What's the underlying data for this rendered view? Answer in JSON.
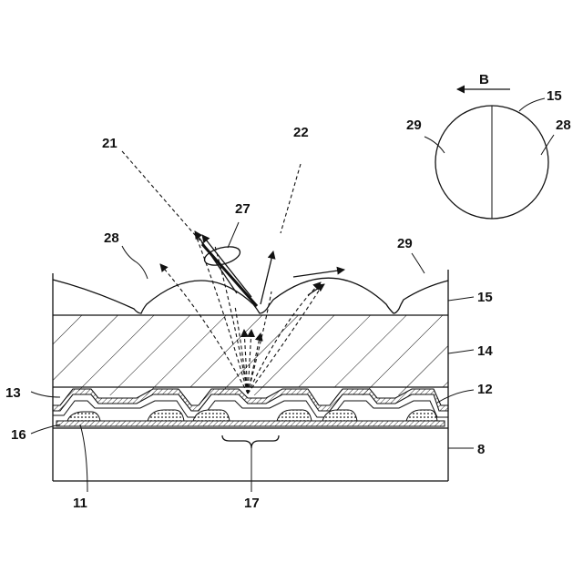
{
  "figure": {
    "labels": {
      "l8": "8",
      "l11": "11",
      "l12": "12",
      "l13": "13",
      "l14": "14",
      "l15_layer": "15",
      "l16": "16",
      "l17": "17",
      "l21": "21",
      "l22": "22",
      "l27": "27",
      "l28_lens": "28",
      "l29_lens": "29",
      "l15_inset": "15",
      "l28_inset": "28",
      "l29_inset": "29",
      "direction": "B"
    }
  }
}
